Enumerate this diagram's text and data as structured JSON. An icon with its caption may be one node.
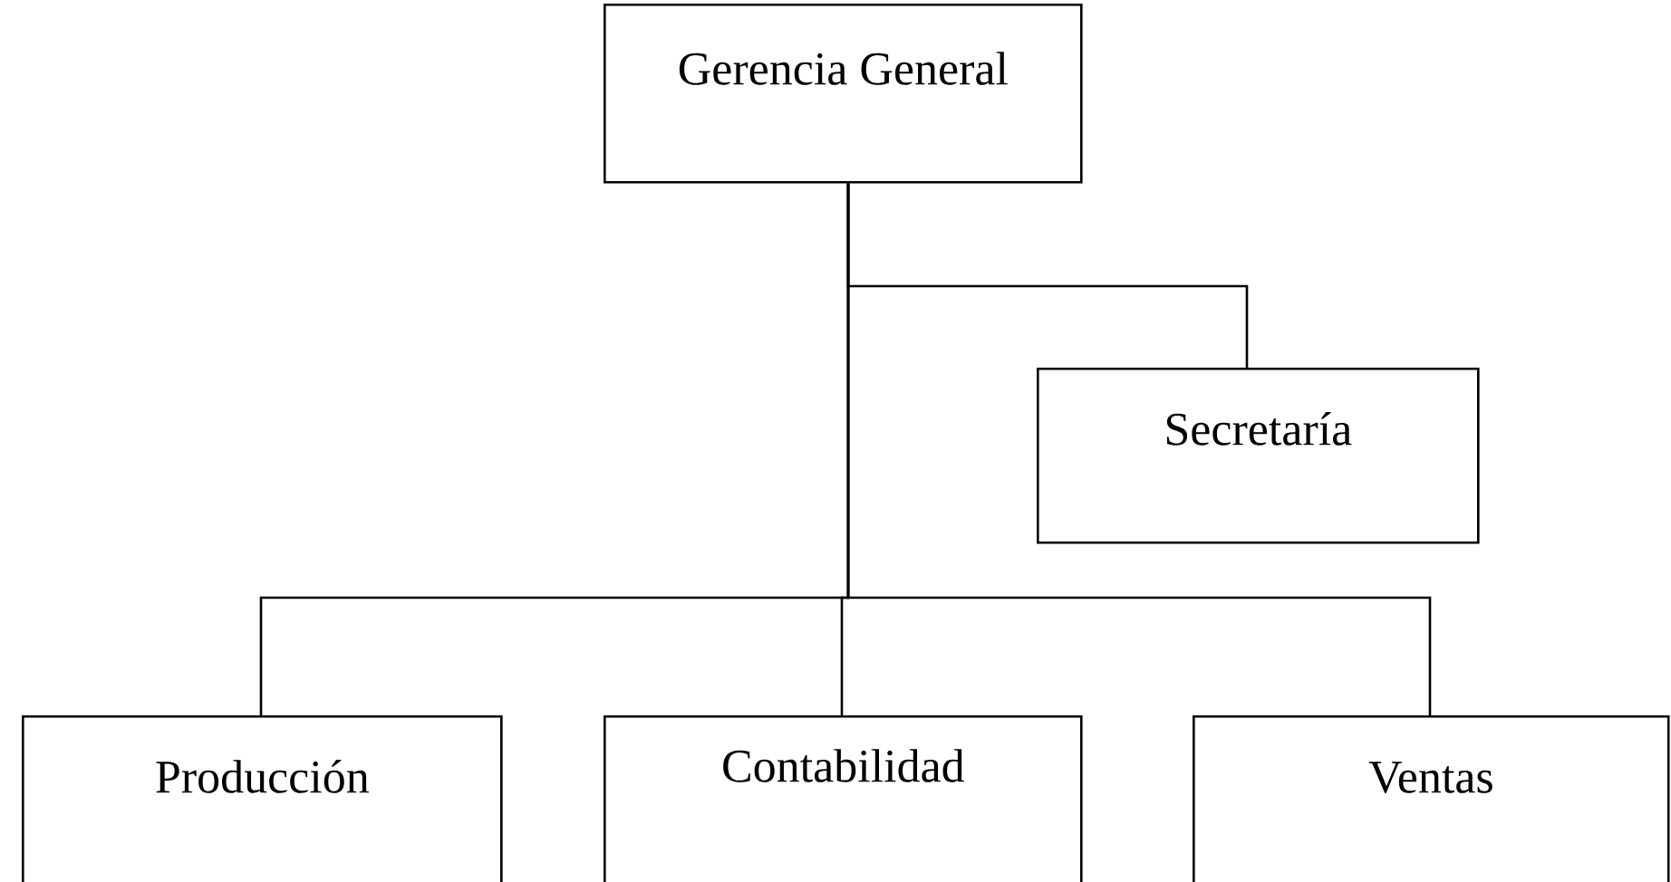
{
  "diagram": {
    "nodes": [
      {
        "text": [
          "Gerencia General"
        ]
      },
      {
        "text": [
          "Secretaría"
        ]
      },
      {
        "text": [
          "Producción"
        ]
      },
      {
        "text": [
          "Contabilidad"
        ]
      },
      {
        "text": [
          "Ventas"
        ]
      }
    ],
    "edges": [
      {
        "from": 0,
        "to": 1,
        "arrow": "none"
      },
      {
        "from": 0,
        "to": 2,
        "arrow": "none"
      },
      {
        "from": 0,
        "to": 3,
        "arrow": "none"
      },
      {
        "from": 0,
        "to": 4,
        "arrow": "none"
      }
    ]
  }
}
